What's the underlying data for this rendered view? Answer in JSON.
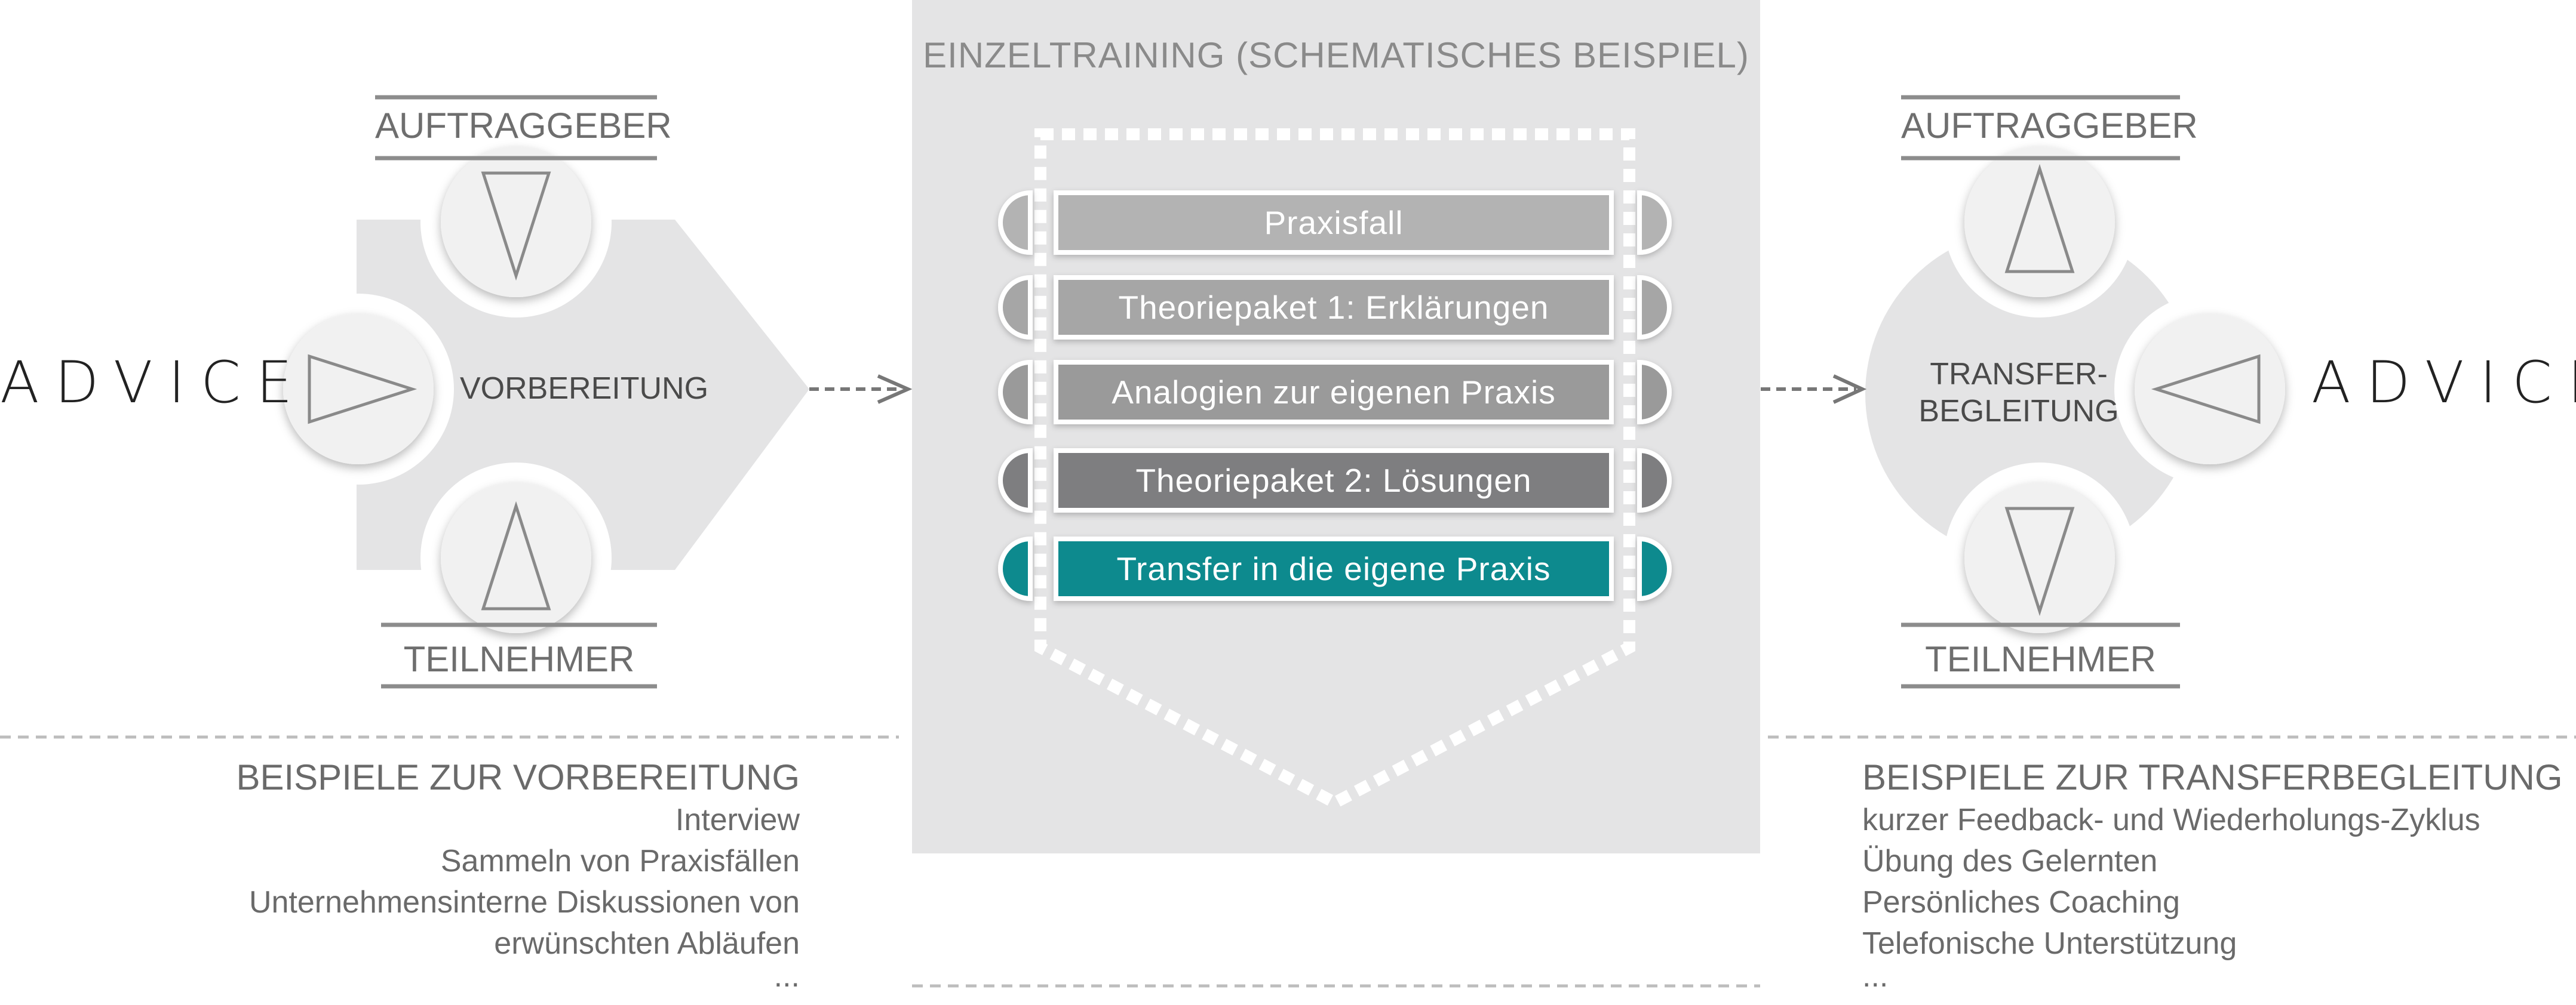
{
  "center": {
    "title": "EINZELTRAINING (SCHEMATISCHES BEISPIEL)",
    "steps": [
      {
        "label": "Praxisfall",
        "color": "#b3b3b3"
      },
      {
        "label": "Theoriepaket 1: Erklärungen",
        "color": "#a6a6a6"
      },
      {
        "label": "Analogien zur eigenen Praxis",
        "color": "#9a9a9a"
      },
      {
        "label": "Theoriepaket 2: Lösungen",
        "color": "#7e7e80"
      },
      {
        "label": "Transfer in die eigene Praxis",
        "color": "#0f8a8e"
      }
    ]
  },
  "left": {
    "logo": "ADVICE",
    "top_role": "AUFTRAGGEBER",
    "bottom_role": "TEILNEHMER",
    "phase": "VORBEREITUNG",
    "examples_title": "BEISPIELE ZUR VORBEREITUNG",
    "examples": [
      "Interview",
      "Sammeln von Praxisfällen",
      "Unternehmensinterne Diskussionen von",
      "erwünschten Abläufen",
      "..."
    ]
  },
  "right": {
    "logo": "ADVICE",
    "top_role": "AUFTRAGGEBER",
    "bottom_role": "TEILNEHMER",
    "phase_line1": "TRANSFER-",
    "phase_line2": "BEGLEITUNG",
    "examples_title": "BEISPIELE ZUR TRANSFERBEGLEITUNG",
    "examples": [
      "kurzer Feedback- und Wiederholungs-Zyklus",
      "Übung des Gelernten",
      "Persönliches Coaching",
      "Telefonische Unterstützung",
      "..."
    ]
  },
  "colors": {
    "panel": "#e4e4e5",
    "shape": "#e4e4e5",
    "circle": "#f1f1f1",
    "accent": "#0f8a8e",
    "line": "#8c8c8c"
  },
  "icons": [
    "triangle-down-icon",
    "triangle-up-icon",
    "triangle-right-icon",
    "triangle-left-icon",
    "dashed-arrow-icon"
  ]
}
